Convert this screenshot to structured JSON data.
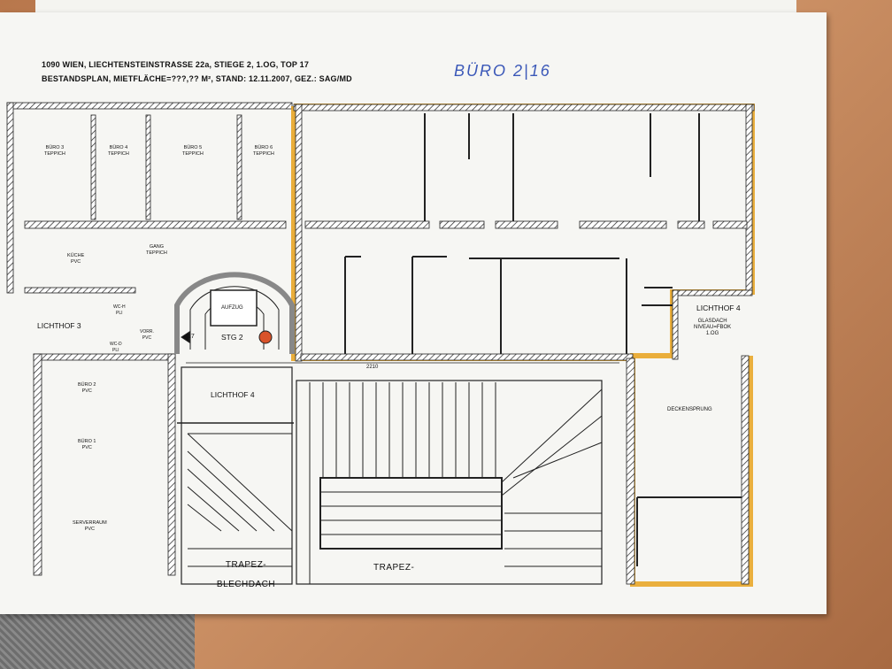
{
  "header": {
    "line1": "1090 WIEN, LIECHTENSTEINSTRASSE 22a, STIEGE 2, 1.OG, TOP 17",
    "line2": "BESTANDSPLAN, MIETFLÄCHE=???,?? M², STAND: 12.11.2007, GEZ.: SAG/MD",
    "handwritten": "BÜRO 2|16"
  },
  "rooms": {
    "buero3": "BÜRO 3\nTEPPICH",
    "buero4": "BÜRO 4\nTEPPICH",
    "buero5": "BÜRO 5\nTEPPICH",
    "buero6": "BÜRO 6\nTEPPICH",
    "kueche": "KÜCHE\nPVC",
    "gang": "GANG\nTEPPICH",
    "aufzug": "AUFZUG",
    "stg2": "STG 2",
    "wc_he": "WC-H\nPLI",
    "vorr": "VORR.\nPVC",
    "wc_da": "WC-D\nPLI",
    "lichthof3": "LICHTHOF 3",
    "buero2": "BÜRO 2\nPVC",
    "buero1": "BÜRO 1\nPVC",
    "serverraum": "SERVERRAUM\nPVC",
    "lichthof4_left": "LICHTHOF 4",
    "lichthof4_right": "LICHTHOF 4",
    "glasdach": "GLASDACH\nNIVEAU=FBOK\n1.OG",
    "deckensprung": "DECKENSPRUNG",
    "trapez1": "TRAPEZ-\nBLECHDACH",
    "trapez2": "TRAPEZ-",
    "stair_no": "17",
    "dim_2210": "2210"
  },
  "colors": {
    "highlight": "#e8a21c",
    "ink": "#1a1a1a",
    "pen": "#3b58b8"
  }
}
